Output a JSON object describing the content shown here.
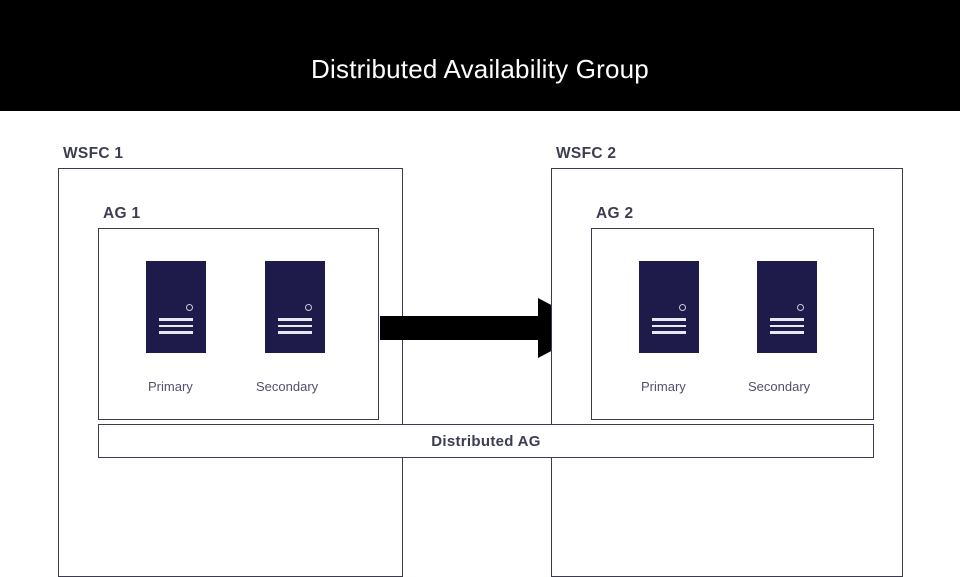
{
  "title": {
    "text": "Distributed Availability Group",
    "background": "#000000",
    "color": "#ffffff"
  },
  "diagram": {
    "colors": {
      "box_border": "#3b3b4f",
      "label": "#3d3d52",
      "server_body": "#1e1b4b",
      "server_label": "#51516d",
      "arrow": "#000000",
      "background": "#ffffff"
    },
    "clusters": [
      {
        "label": "WSFC 1",
        "availability_group": {
          "label": "AG 1",
          "servers": [
            {
              "role": "Primary",
              "icon": "server-icon"
            },
            {
              "role": "Secondary",
              "icon": "server-icon"
            }
          ]
        }
      },
      {
        "label": "WSFC 2",
        "availability_group": {
          "label": "AG 2",
          "servers": [
            {
              "role": "Primary",
              "icon": "server-icon"
            },
            {
              "role": "Secondary",
              "icon": "server-icon"
            }
          ]
        }
      }
    ],
    "arrow": {
      "icon": "right-arrow-icon",
      "direction": "left-to-right"
    },
    "distributed_ag": {
      "label": "Distributed AG"
    }
  }
}
